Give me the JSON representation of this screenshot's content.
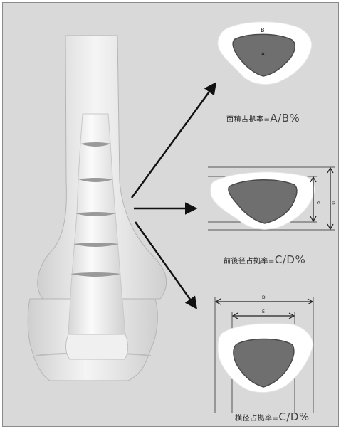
{
  "letters": {
    "panel1_b": "B",
    "panel1_a": "A",
    "panel2_d": "D",
    "panel2_c": "C",
    "panel3_d": "D",
    "panel3_e": "E"
  },
  "captions": {
    "panel1": {
      "prefix": "面積占拠率=",
      "ratio": "A/B%"
    },
    "panel2": {
      "prefix": "前後径占拠率=",
      "ratio": "C/D%"
    },
    "panel3": {
      "prefix": "横径占拠率=",
      "ratio": "C/D%"
    }
  },
  "colors": {
    "background": "#d9d9d9",
    "bone": "#f2f2f2",
    "stem": "#8a8a8a",
    "arrow": "#111111"
  }
}
